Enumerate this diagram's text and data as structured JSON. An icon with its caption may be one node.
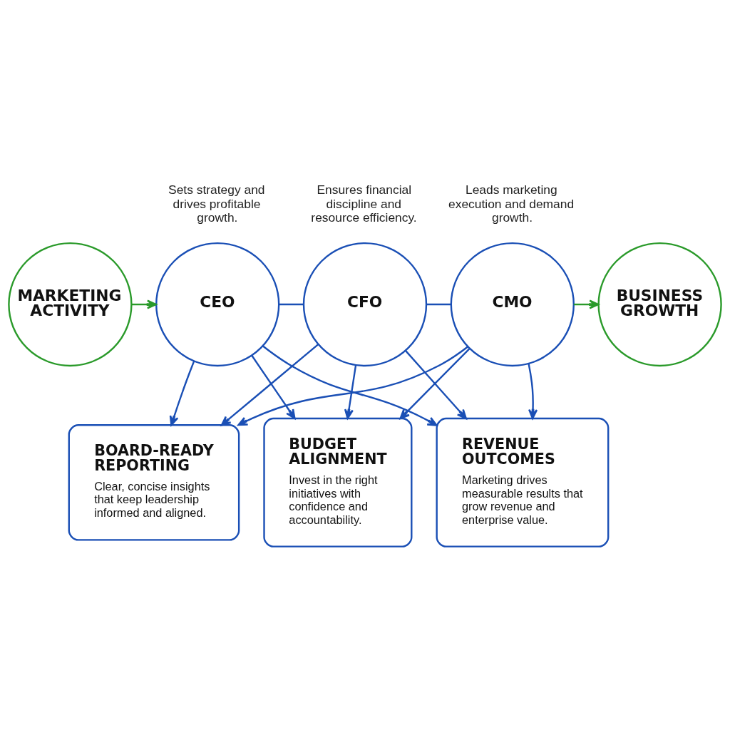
{
  "diagram": {
    "nodes": [
      {
        "text": [
          "MARKETING ACTIVITY"
        ]
      },
      {
        "text": [
          "CEO"
        ],
        "beside": [
          "Sets strategy and drives profitable growth."
        ]
      },
      {
        "text": [
          "CFO"
        ],
        "beside": [
          "Ensures financial discipline and resource efficiency."
        ]
      },
      {
        "text": [
          "CMO"
        ],
        "beside": [
          "Leads marketing execution and demand growth."
        ]
      },
      {
        "text": [
          "BUSINESS GROWTH"
        ]
      },
      {
        "text": [
          "BOARD-READY REPORTING",
          "Clear, concise insights that keep leadership informed and aligned."
        ]
      },
      {
        "text": [
          "BUDGET ALIGNMENT",
          "Invest in the right initiatives with confidence and accountability."
        ]
      },
      {
        "text": [
          "REVENUE OUTCOMES",
          "Marketing drives measurable results that grow revenue and enterprise value."
        ]
      }
    ],
    "edges": [
      {
        "from": 0,
        "to": 1,
        "arrow": "to",
        "color": "#2a9a2a"
      },
      {
        "from": 1,
        "to": 2,
        "arrow": "none"
      },
      {
        "from": 2,
        "to": 3,
        "arrow": "none"
      },
      {
        "from": 3,
        "to": 4,
        "arrow": "to",
        "color": "#2a9a2a"
      },
      {
        "from": 1,
        "to": 5,
        "arrow": "to"
      },
      {
        "from": 1,
        "to": 6,
        "arrow": "to"
      },
      {
        "from": 1,
        "to": 7,
        "arrow": "to"
      },
      {
        "from": 2,
        "to": 5,
        "arrow": "to"
      },
      {
        "from": 2,
        "to": 6,
        "arrow": "to"
      },
      {
        "from": 2,
        "to": 7,
        "arrow": "to"
      },
      {
        "from": 3,
        "to": 5,
        "arrow": "to"
      },
      {
        "from": 3,
        "to": 6,
        "arrow": "to"
      },
      {
        "from": 3,
        "to": 7,
        "arrow": "to"
      }
    ]
  }
}
